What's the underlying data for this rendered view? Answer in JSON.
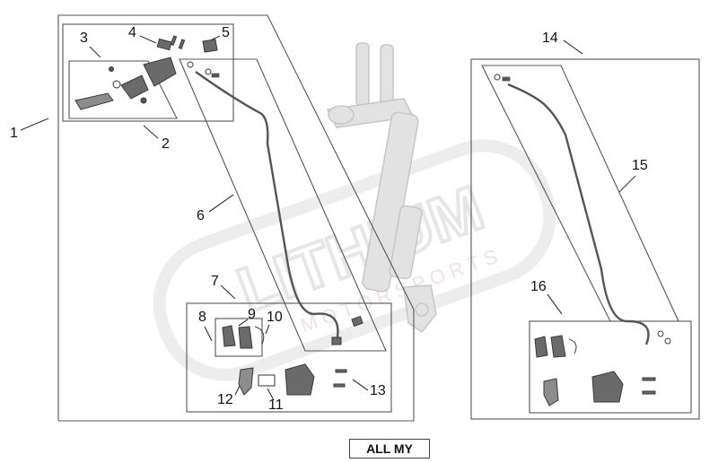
{
  "diagram": {
    "callouts": [
      "1",
      "2",
      "3",
      "4",
      "5",
      "6",
      "7",
      "8",
      "9",
      "10",
      "11",
      "12",
      "13",
      "14",
      "15",
      "16"
    ],
    "footer_badge": "ALL MY",
    "watermark": "LITHIUM MOTORSPORTS"
  },
  "colors": {
    "frame": "#555555",
    "part_dark": "#5a5a5a",
    "part_mid": "#8c8c8c",
    "fork_fill": "#e0e0e0",
    "fork_stroke": "#c4c4c4",
    "watermark": "#ececec"
  }
}
